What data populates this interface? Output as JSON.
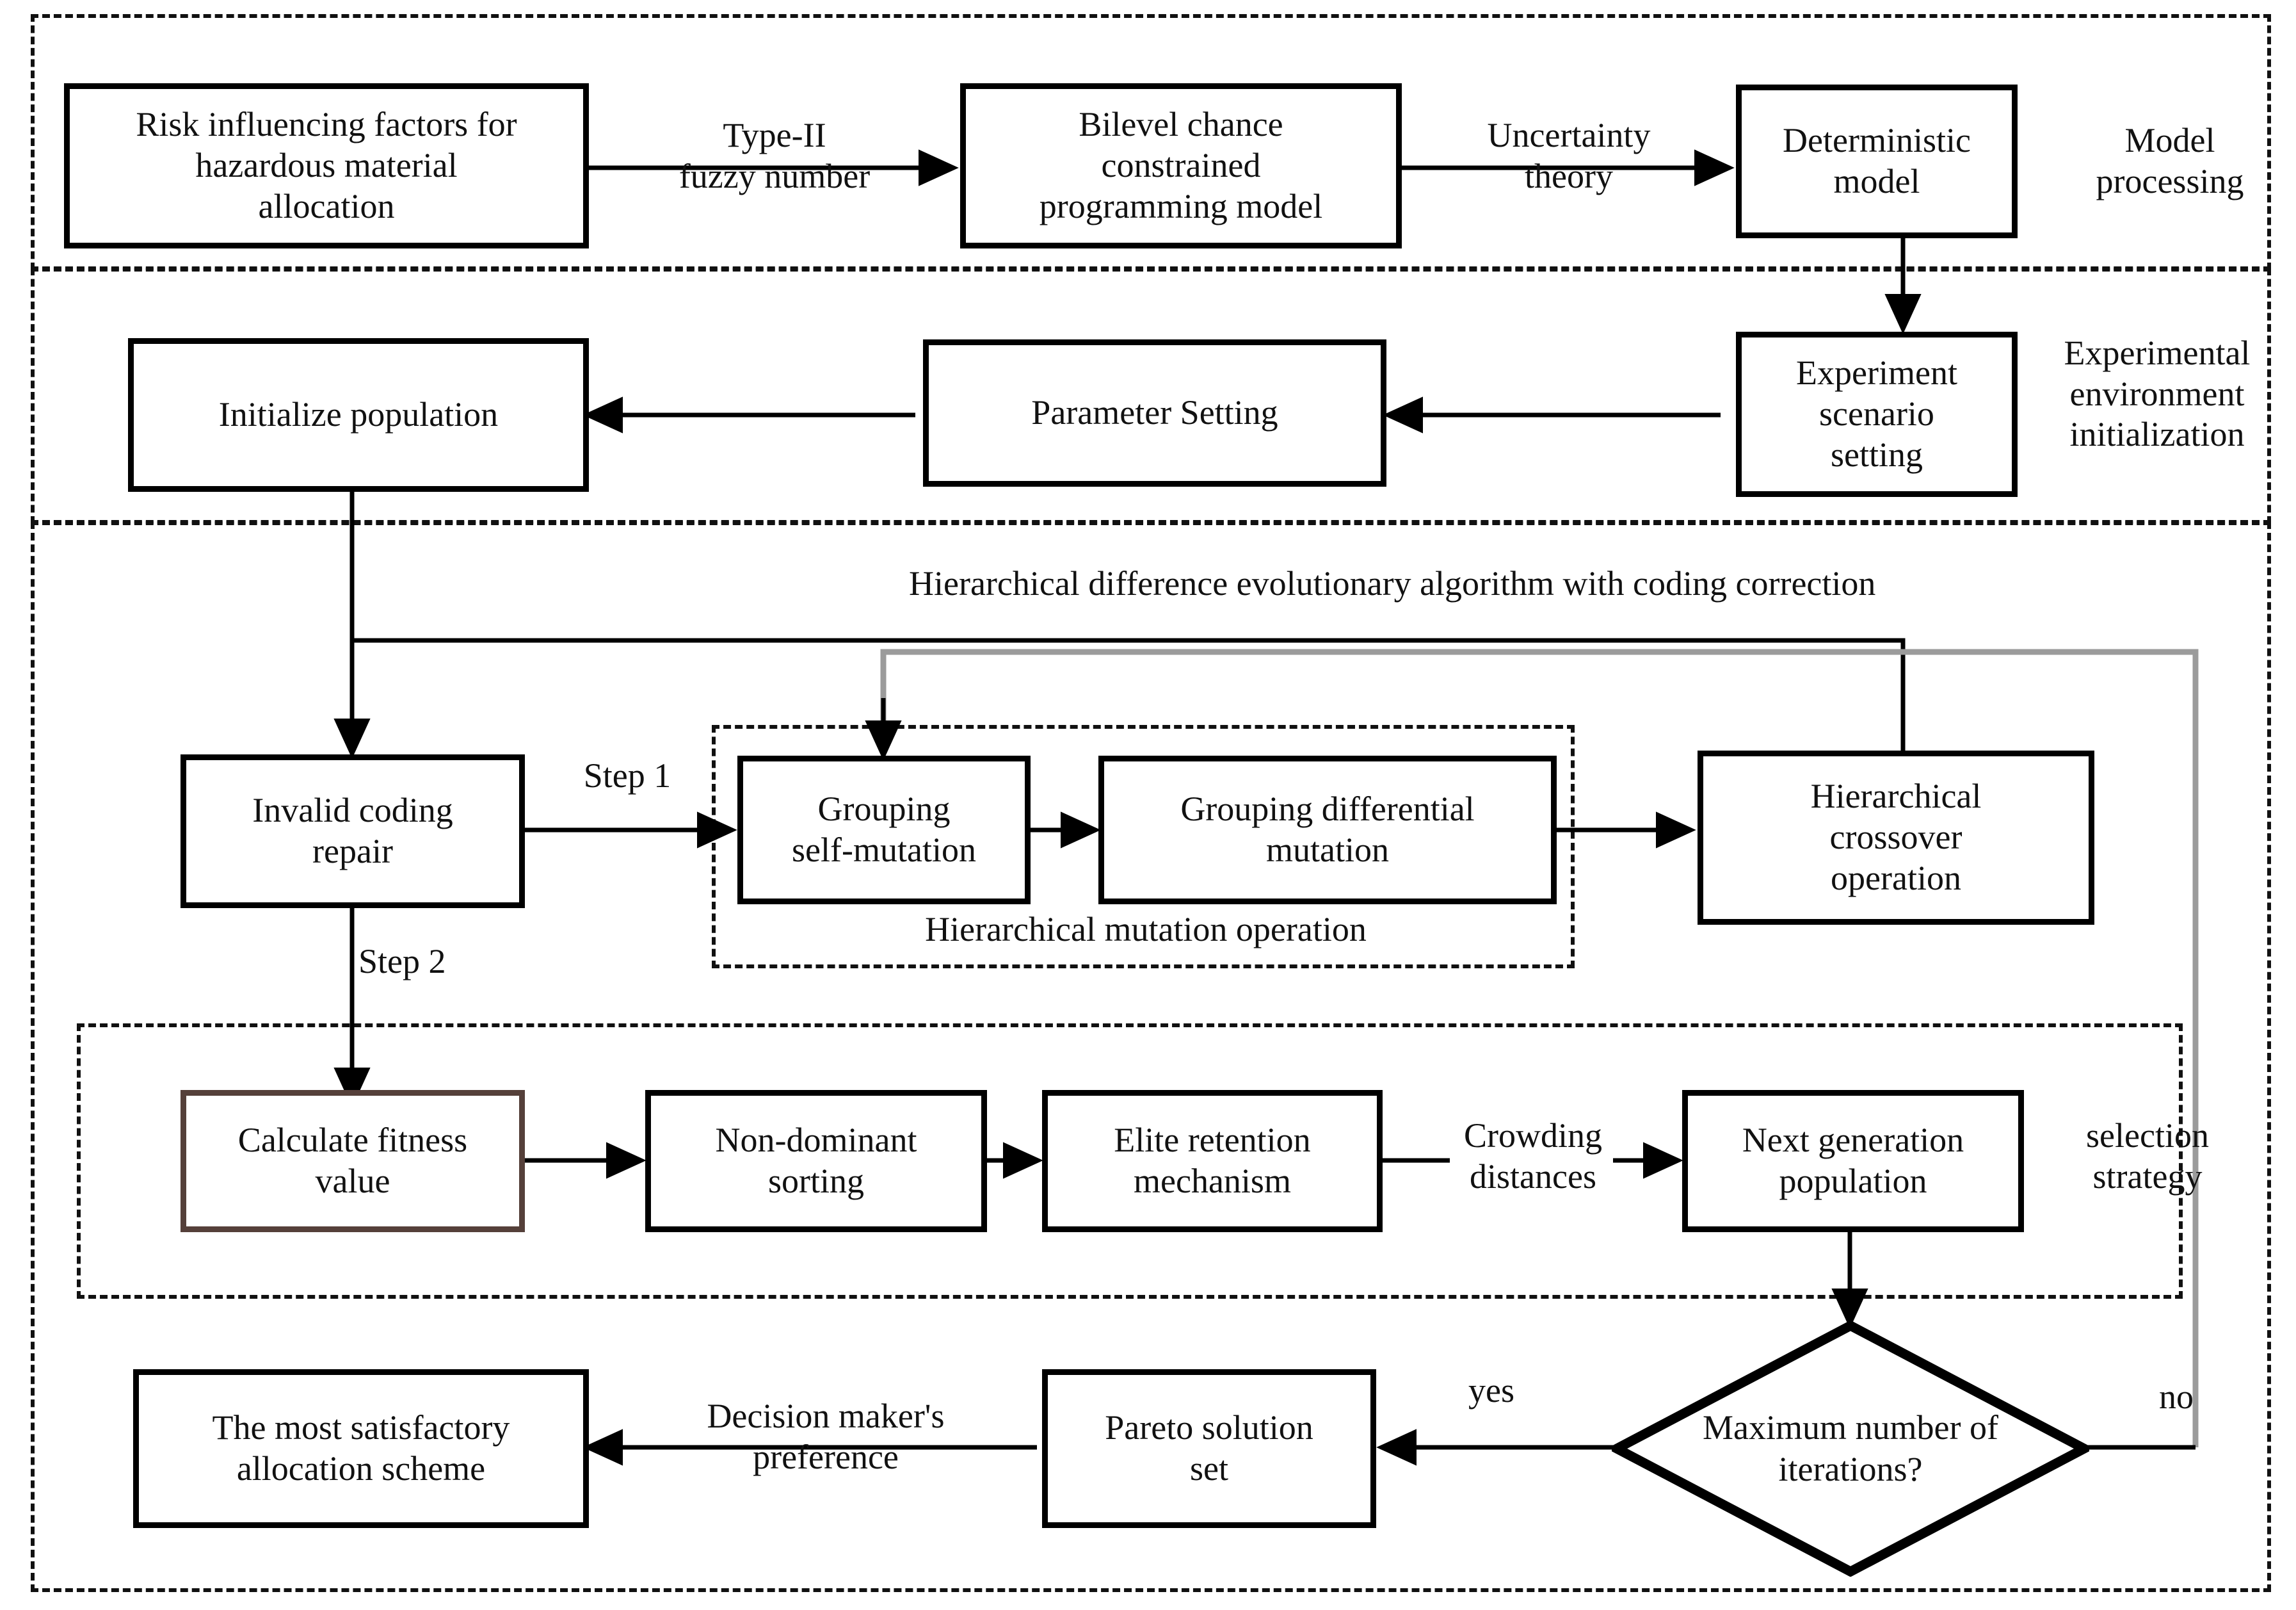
{
  "figure": {
    "type": "flowchart",
    "bands": [
      {
        "id": "model-processing",
        "label": "Model\nprocessing"
      },
      {
        "id": "experimental-init",
        "label": "Experimental\nenvironment\ninitialization"
      },
      {
        "id": "algorithm",
        "label": "Hierarchical difference evolutionary  algorithm with coding correction"
      }
    ],
    "subpanels": [
      {
        "id": "hierarchical-mutation",
        "label": "Hierarchical mutation operation"
      },
      {
        "id": "selection-strategy",
        "label": "selection\nstrategy"
      }
    ],
    "nodes": [
      {
        "id": "risk-factors",
        "label": "Risk influencing factors for\nhazardous material\nallocation"
      },
      {
        "id": "bilevel-model",
        "label": "Bilevel chance\nconstrained\nprogramming model"
      },
      {
        "id": "deterministic-model",
        "label": "Deterministic\nmodel"
      },
      {
        "id": "experiment-scenario",
        "label": "Experiment\nscenario\nsetting"
      },
      {
        "id": "parameter-setting",
        "label": "Parameter Setting"
      },
      {
        "id": "initialize-population",
        "label": "Initialize  population"
      },
      {
        "id": "invalid-coding-repair",
        "label": "Invalid coding\nrepair"
      },
      {
        "id": "grouping-self-mutation",
        "label": "Grouping\nself-mutation"
      },
      {
        "id": "grouping-differential-mutation",
        "label": "Grouping differential\nmutation"
      },
      {
        "id": "hierarchical-crossover",
        "label": "Hierarchical\ncrossover\noperation"
      },
      {
        "id": "calculate-fitness",
        "label": "Calculate fitness\nvalue"
      },
      {
        "id": "non-dominant-sorting",
        "label": "Non-dominant\nsorting"
      },
      {
        "id": "elite-retention",
        "label": "Elite retention\nmechanism"
      },
      {
        "id": "next-generation",
        "label": "Next generation\npopulation"
      },
      {
        "id": "pareto-solution-set",
        "label": "Pareto solution\nset"
      },
      {
        "id": "most-satisfactory",
        "label": "The most satisfactory\nallocation scheme"
      }
    ],
    "decision": {
      "id": "max-iterations",
      "label": "Maximum number of\niterations?"
    },
    "edge_labels": [
      {
        "id": "type-ii-fuzzy",
        "label": "Type-II\nfuzzy number"
      },
      {
        "id": "uncertainty-theory",
        "label": "Uncertainty\ntheory"
      },
      {
        "id": "step-1",
        "label": "Step 1"
      },
      {
        "id": "step-2",
        "label": "Step 2"
      },
      {
        "id": "crowding-distances",
        "label": "Crowding\ndistances"
      },
      {
        "id": "yes",
        "label": "yes"
      },
      {
        "id": "no",
        "label": "no"
      },
      {
        "id": "decision-maker-pref",
        "label": "Decision maker's\npreference"
      }
    ],
    "colors": {
      "line": "#000000",
      "feedback_line": "#9b9b9b",
      "highlight_border": "#55403a",
      "background": "#ffffff"
    }
  }
}
